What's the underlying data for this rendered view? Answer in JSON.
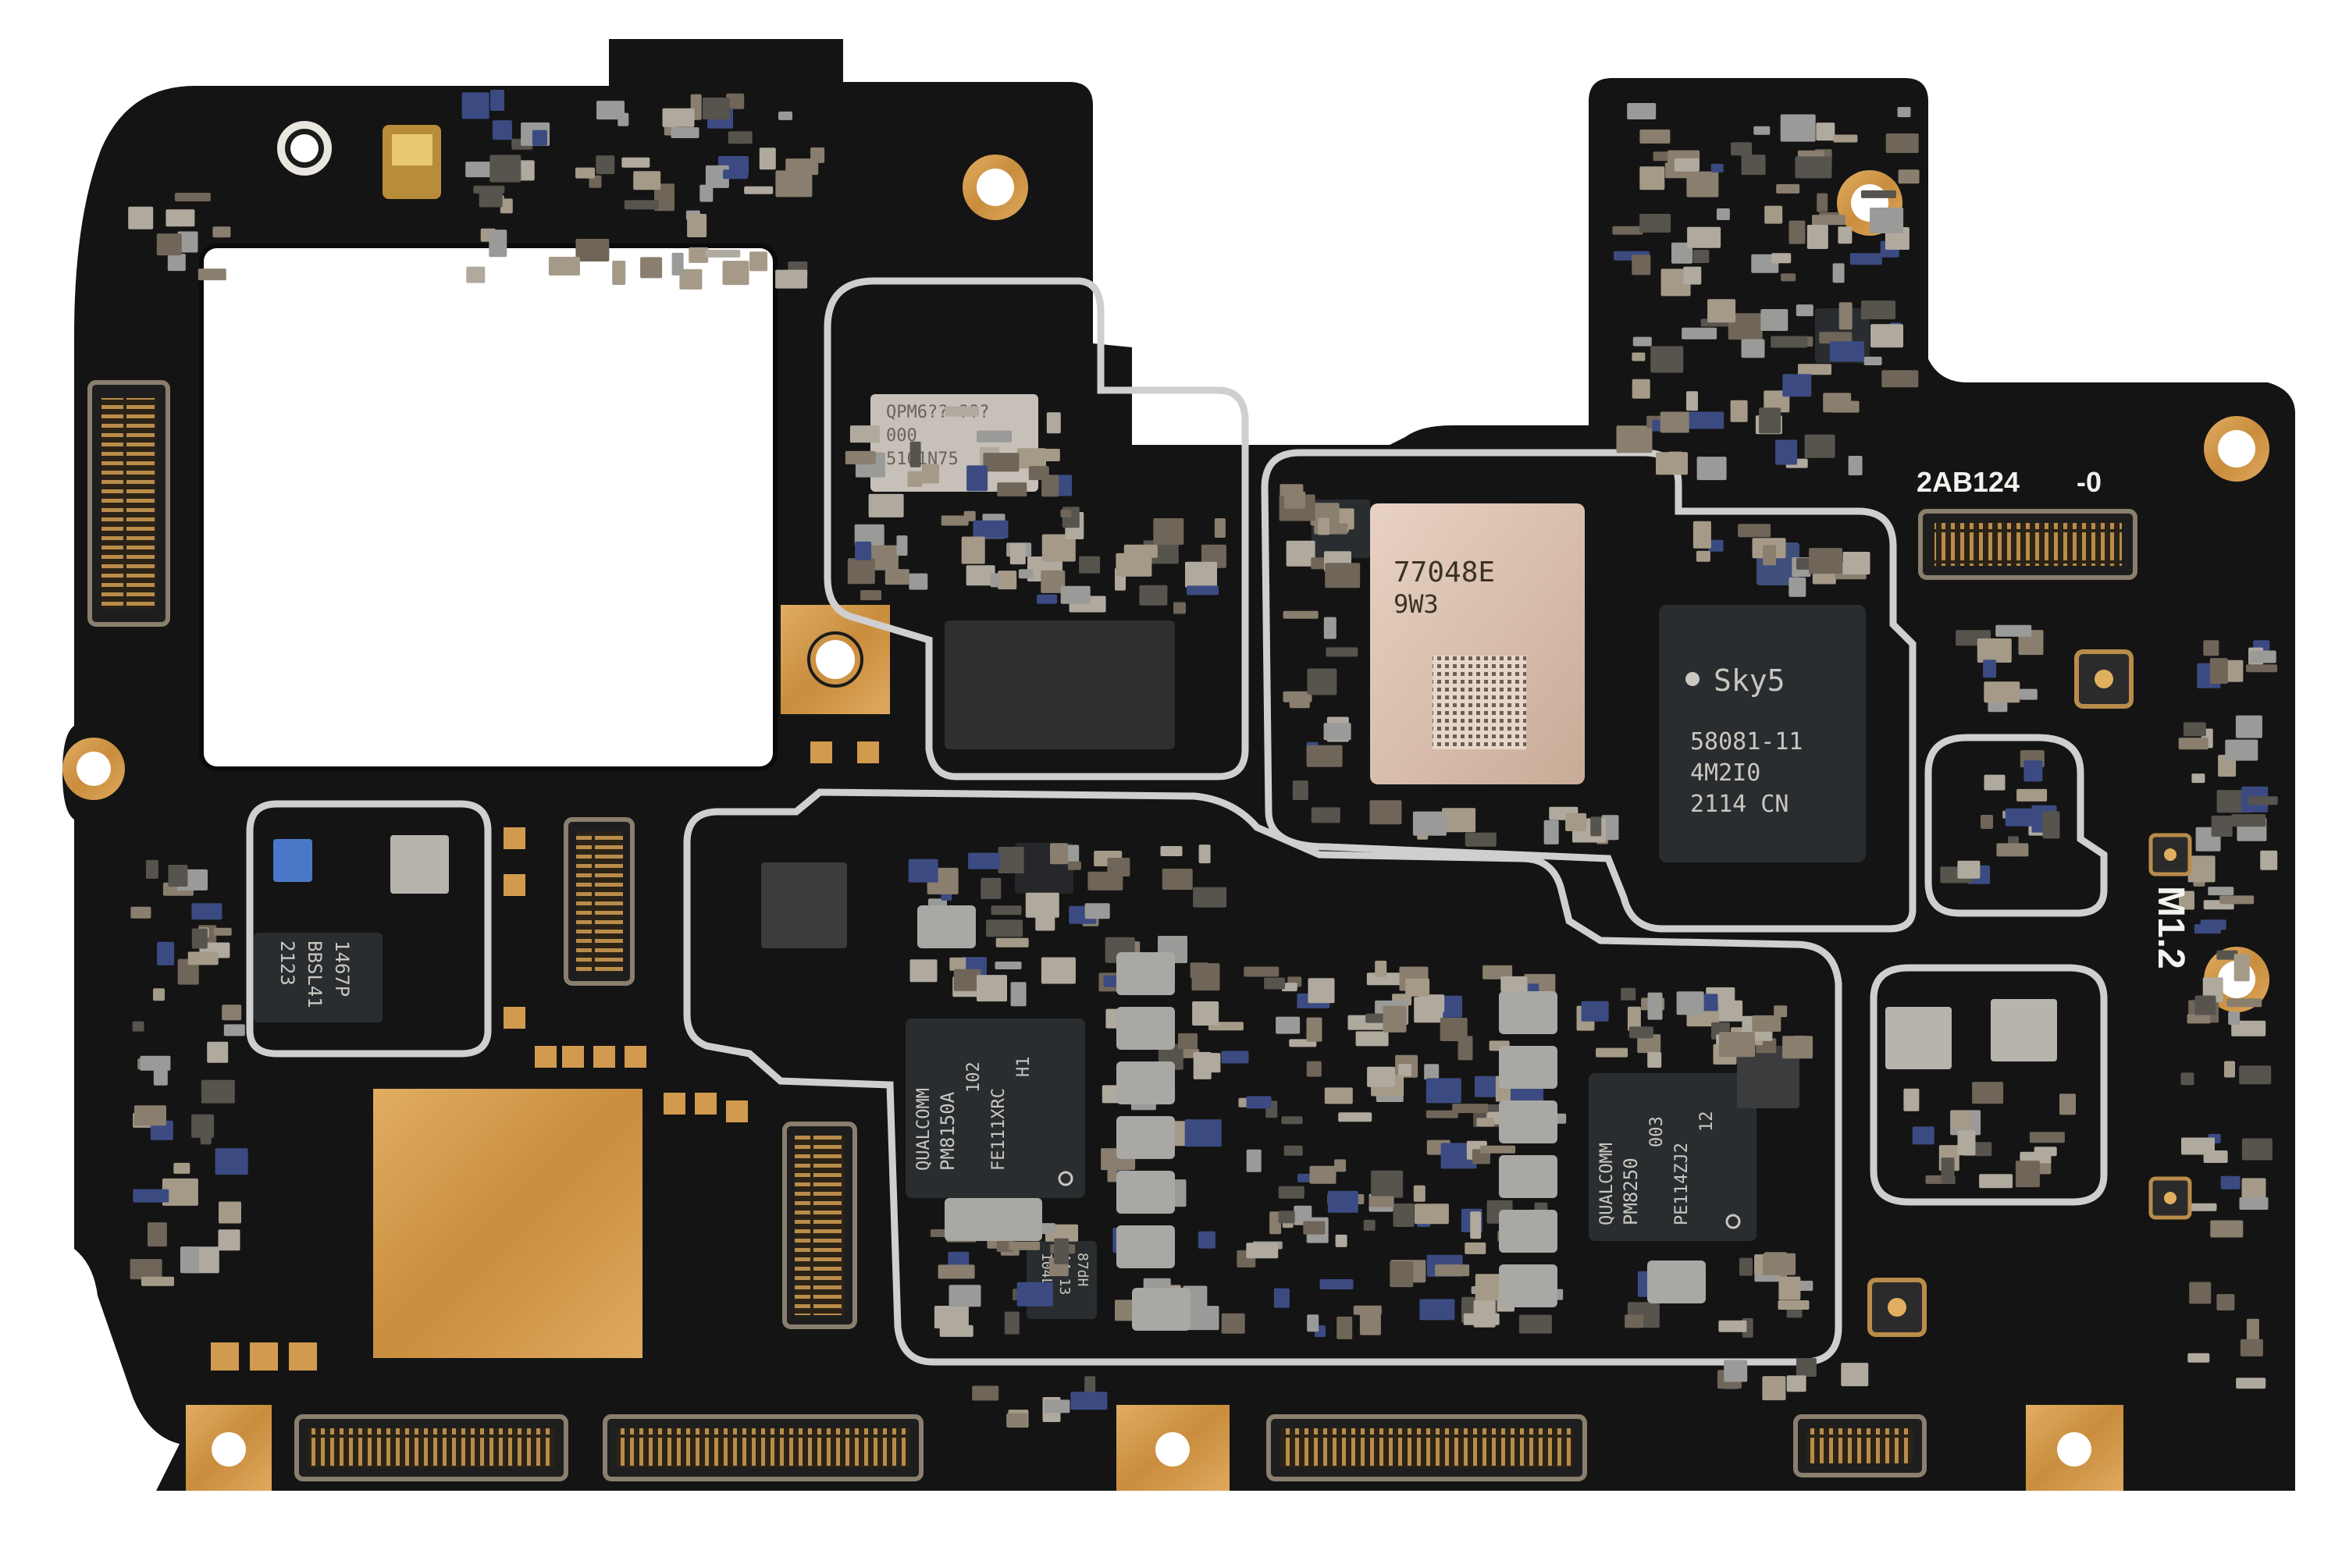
{
  "board": {
    "silkscreen": {
      "part_number": "2AB124",
      "revision": "-0",
      "version": "M1.2"
    },
    "colors": {
      "pcb": "#141414",
      "gold": "#d19a4e",
      "shield": "#c8c8c8",
      "chip": "#2a2d30",
      "component": "#8a7e6e"
    },
    "chips": {
      "pa_module": {
        "line1": "77048E",
        "line2": "9W3"
      },
      "skyworks": {
        "brand": "Sky5",
        "line1": "58081-11",
        "line2": "4M2I0",
        "line3": "2114 CN"
      },
      "pm8150a": {
        "brand": "QUALCOMM",
        "line1": "PM8150A",
        "line2": "102",
        "line3": "FE111XRC",
        "line4": "H1"
      },
      "pm8250": {
        "brand": "QUALCOMM",
        "line1": "PM8250",
        "line2": "003",
        "line3": "PE114ZJ2",
        "line4": "12"
      },
      "qpm": {
        "line1": "QPM6?? ???",
        "line2": "000",
        "line3": "5101N75"
      },
      "bbsl": {
        "line1": "2123",
        "line2": "BBSL41",
        "line3": "1467P"
      },
      "small_chip": {
        "line1": "104L",
        "line2": "44 13",
        "line3": "87dH"
      }
    }
  }
}
